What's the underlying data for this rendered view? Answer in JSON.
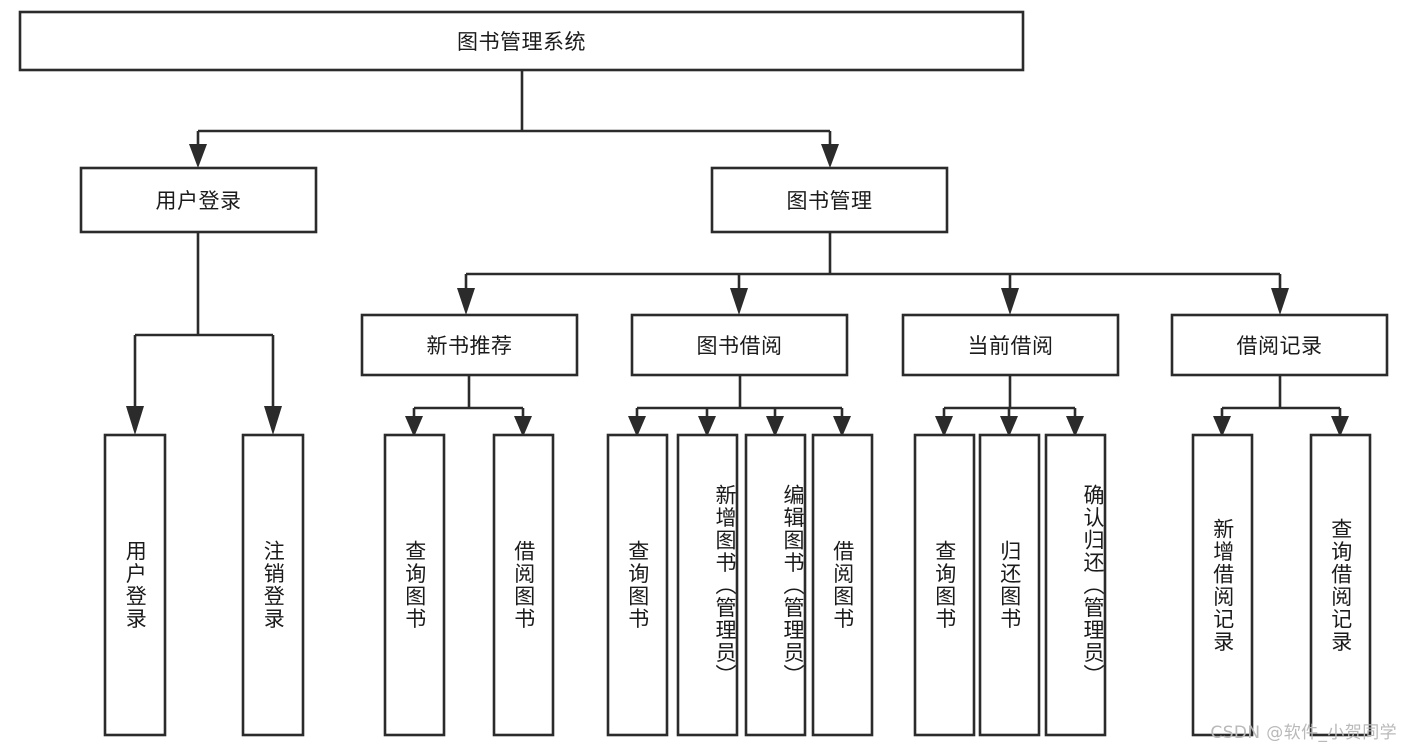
{
  "diagram": {
    "type": "hierarchy-tree",
    "title_node": {
      "id": "root",
      "label": "图书管理系统",
      "orientation": "horizontal"
    },
    "level2": [
      {
        "id": "user-login",
        "label": "用户登录",
        "orientation": "horizontal"
      },
      {
        "id": "book-management",
        "label": "图书管理",
        "orientation": "horizontal"
      }
    ],
    "level3": [
      {
        "id": "new-book-recommend",
        "label": "新书推荐",
        "orientation": "horizontal",
        "parent": "book-management"
      },
      {
        "id": "book-borrow",
        "label": "图书借阅",
        "orientation": "horizontal",
        "parent": "book-management"
      },
      {
        "id": "current-borrow",
        "label": "当前借阅",
        "orientation": "horizontal",
        "parent": "book-management"
      },
      {
        "id": "borrow-record",
        "label": "借阅记录",
        "orientation": "horizontal",
        "parent": "book-management"
      }
    ],
    "leaves": [
      {
        "id": "leaf-user-login",
        "label": "用户登录",
        "orientation": "vertical",
        "parent": "user-login"
      },
      {
        "id": "leaf-logout-login",
        "label": "注销登录",
        "orientation": "vertical",
        "parent": "user-login"
      },
      {
        "id": "leaf-query-book-1",
        "label": "查询图书",
        "orientation": "vertical",
        "parent": "new-book-recommend"
      },
      {
        "id": "leaf-borrow-book-1",
        "label": "借阅图书",
        "orientation": "vertical",
        "parent": "new-book-recommend"
      },
      {
        "id": "leaf-query-book-2",
        "label": "查询图书",
        "orientation": "vertical",
        "parent": "book-borrow"
      },
      {
        "id": "leaf-add-book",
        "label": "新增图书（管理员）",
        "orientation": "vertical",
        "parent": "book-borrow"
      },
      {
        "id": "leaf-edit-book",
        "label": "编辑图书（管理员）",
        "orientation": "vertical",
        "parent": "book-borrow"
      },
      {
        "id": "leaf-borrow-book-2",
        "label": "借阅图书",
        "orientation": "vertical",
        "parent": "book-borrow"
      },
      {
        "id": "leaf-query-book-3",
        "label": "查询图书",
        "orientation": "vertical",
        "parent": "current-borrow"
      },
      {
        "id": "leaf-return-book",
        "label": "归还图书",
        "orientation": "vertical",
        "parent": "current-borrow"
      },
      {
        "id": "leaf-confirm-return",
        "label": "确认归还（管理员）",
        "orientation": "vertical",
        "parent": "current-borrow"
      },
      {
        "id": "leaf-add-record",
        "label": "新增借阅记录",
        "orientation": "vertical",
        "parent": "borrow-record"
      },
      {
        "id": "leaf-query-record",
        "label": "查询借阅记录",
        "orientation": "vertical",
        "parent": "borrow-record"
      }
    ],
    "colors": {
      "stroke": "#2b2b2b",
      "fill": "#ffffff",
      "text": "#1b1b1b",
      "watermark": "#b9b9b9",
      "background": "#ffffff"
    }
  },
  "watermark": {
    "text": "CSDN @软件_小贺同学"
  }
}
